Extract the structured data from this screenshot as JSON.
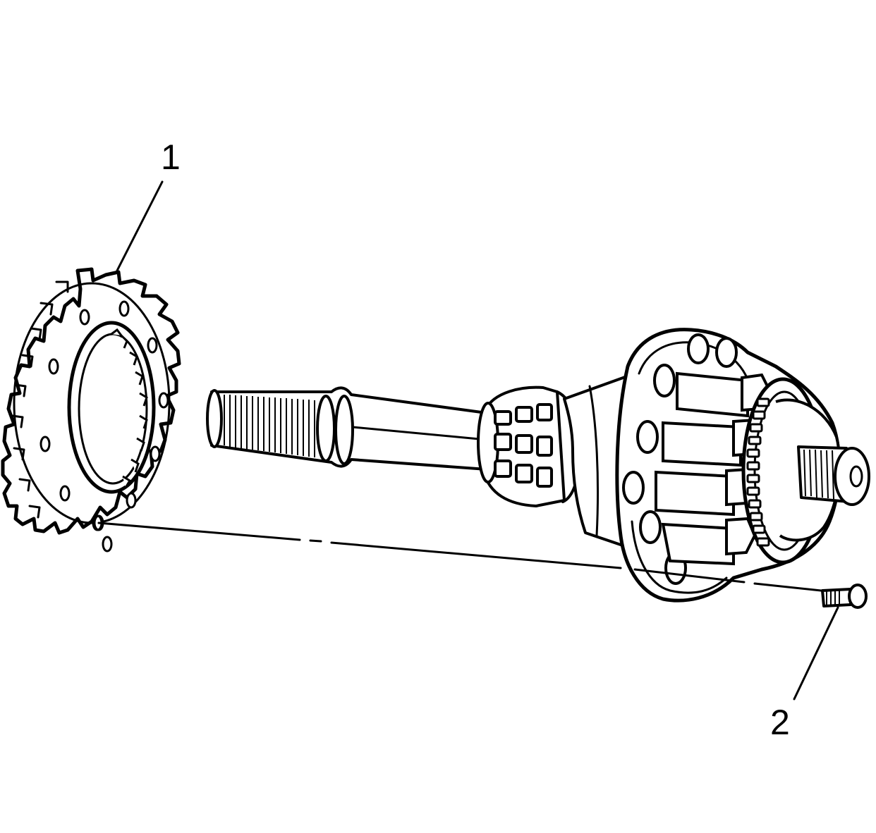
{
  "callouts": [
    {
      "id": "1",
      "label": "1",
      "part": "reluctor-ring"
    },
    {
      "id": "2",
      "label": "2",
      "part": "bolt"
    }
  ],
  "colors": {
    "ink": "#000000",
    "paper": "#ffffff"
  }
}
